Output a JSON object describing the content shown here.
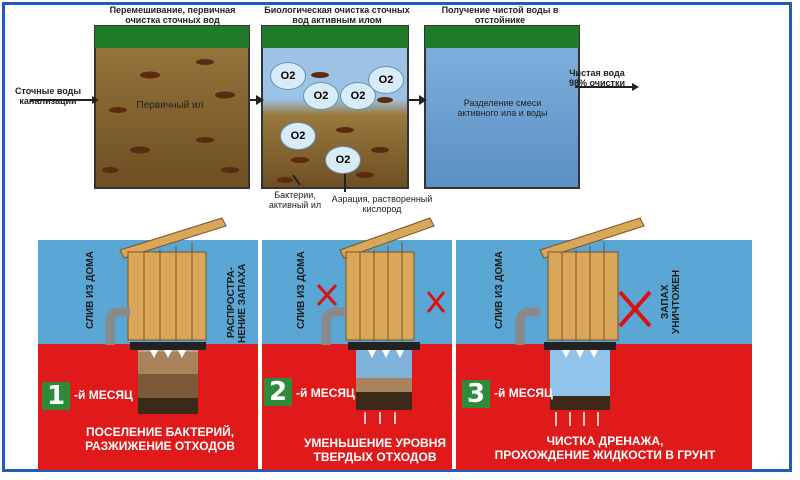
{
  "top": {
    "tank1_title": "Перемешивание, первичная очистка сточных вод",
    "tank2_title": "Биологическая очистка сточных вод активным илом",
    "tank3_title": "Получение чистой воды в отстойнике",
    "inflow_label": "Сточные воды канализации",
    "tank1_label": "Первичный ил",
    "tank3_label": "Разделение смеси активного ила и воды",
    "outflow_label": "Чистая вода 98% очистки",
    "bacteria_label": "Бактерии, активный ил",
    "aeration_label": "Аэрация, растворенный кислород",
    "o2": "O2"
  },
  "panels": [
    {
      "number": "1",
      "month": "-й МЕСЯЦ",
      "left_vertical": "СЛИВ ИЗ ДОМА",
      "right_vertical": "РАСПРОСТРА-НЕНИЕ ЗАПАХА",
      "caption_line1": "ПОСЕЛЕНИЕ БАКТЕРИЙ,",
      "caption_line2": "РАЗЖИЖЕНИЕ ОТХОДОВ"
    },
    {
      "number": "2",
      "month": "-й МЕСЯЦ",
      "left_vertical": "СЛИВ ИЗ ДОМА",
      "caption_line1": "УМЕНЬШЕНИЕ УРОВНЯ",
      "caption_line2": "ТВЕРДЫХ ОТХОДОВ"
    },
    {
      "number": "3",
      "month": "-й МЕСЯЦ",
      "left_vertical": "СЛИВ ИЗ ДОМА",
      "right_vertical": "ЗАПАХ УНИЧТОЖЕН",
      "caption_line1": "ЧИСТКА ДРЕНАЖА,",
      "caption_line2": "ПРОХОЖДЕНИЕ ЖИДКОСТИ В ГРУНТ"
    }
  ],
  "colors": {
    "border": "#1f5fb0",
    "sky": "#5aa7d6",
    "soil": "#e01a1a",
    "wood": "#d9a75a",
    "grass": "#1f7a2a",
    "sludge": "#8c6a32",
    "water": "#6ea6d4",
    "green_badge": "#2e8b3a"
  }
}
